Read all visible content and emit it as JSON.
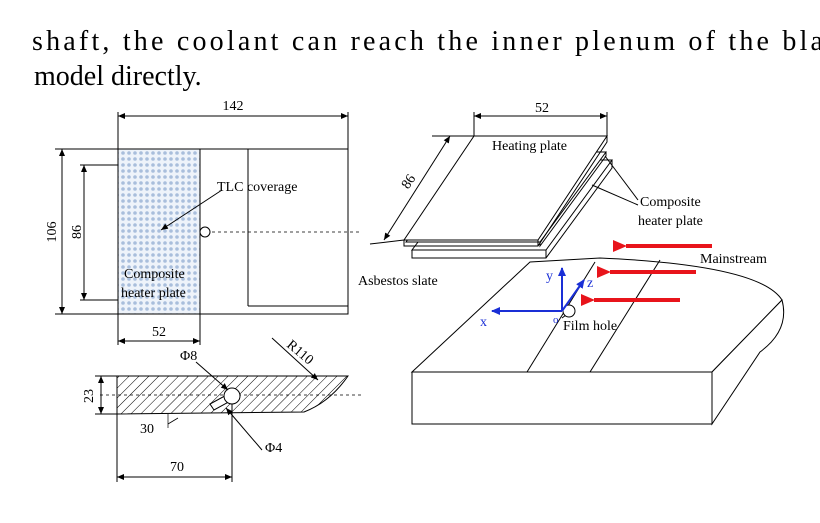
{
  "paragraph": {
    "line1": "shaft, the coolant can reach the inner plenum of the blad",
    "line2": "model directly."
  },
  "front_view": {
    "dim_width": "142",
    "dim_height_total": "106",
    "dim_height_coverage": "86",
    "dim_coverage_width": "52",
    "tlc_label": "TLC coverage",
    "composite_label_1": "Composite",
    "composite_label_2": "heater plate"
  },
  "section_view": {
    "radius": "R110",
    "hole_large": "Φ8",
    "hole_small": "Φ4",
    "thickness": "23",
    "angle": "30",
    "hole_position": "70"
  },
  "assembly_view": {
    "dim_width": "52",
    "dim_depth": "86",
    "heating_plate": "Heating plate",
    "composite_1": "Composite",
    "composite_2": "heater plate",
    "asbestos": "Asbestos slate",
    "mainstream": "Mainstream",
    "film_hole": "Film hole",
    "axis_x": "x",
    "axis_y": "y",
    "axis_z": "z",
    "origin": "o"
  },
  "colors": {
    "arrow_red": "#e8141b",
    "axis_blue": "#1a2fd6",
    "dot_fill": "#c5d6ec"
  }
}
